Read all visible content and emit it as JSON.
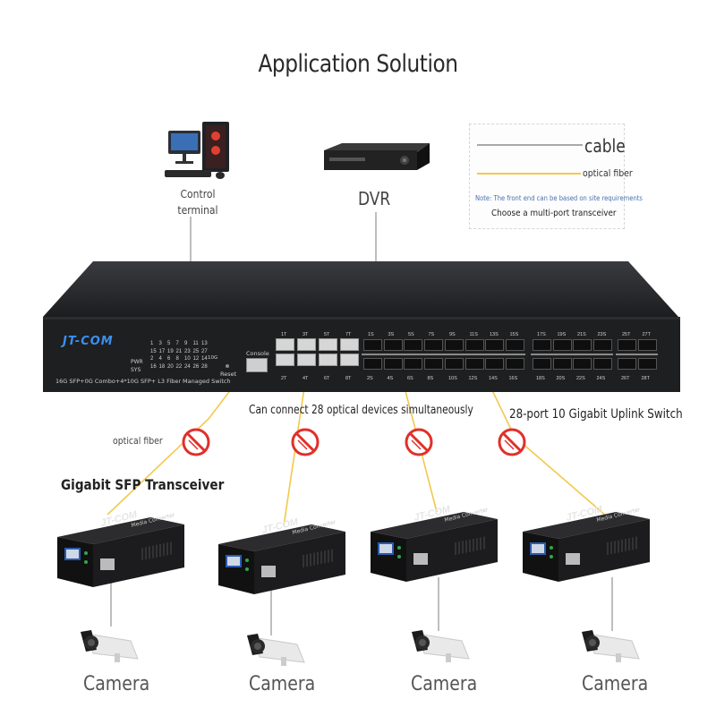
{
  "title": "Application Solution",
  "nodes": {
    "control_terminal": "Control\nterminal",
    "dvr": "DVR"
  },
  "legend": {
    "cable": "cable",
    "optical_fiber": "optical fiber",
    "note": "Note: The front end can be based on site requirements",
    "choose": "Choose a multi-port transceiver"
  },
  "switch": {
    "brand": "JT-COM",
    "model": "16G SFP+0G Combo+4*10G SFP+ L3 Fiber Managed Switch",
    "pwr": "PWR",
    "sys": "SYS",
    "console": "Console",
    "reset": "Reset",
    "led_10g": "10G",
    "led_numbers": [
      "1",
      "3",
      "5",
      "7",
      "9",
      "11",
      "13",
      "15",
      "17",
      "19",
      "21",
      "23",
      "25",
      "27",
      "2",
      "4",
      "6",
      "8",
      "10",
      "12",
      "14",
      "16",
      "18",
      "20",
      "22",
      "24",
      "26",
      "28"
    ],
    "rj45_top": [
      "1T",
      "3T",
      "5T",
      "7T"
    ],
    "rj45_bottom": [
      "2T",
      "4T",
      "6T",
      "8T"
    ],
    "sfp_groups": [
      {
        "top": [
          "1S",
          "3S",
          "5S",
          "7S"
        ],
        "bottom": [
          "2S",
          "4S",
          "6S",
          "8S"
        ]
      },
      {
        "top": [
          "9S",
          "11S",
          "13S",
          "15S"
        ],
        "bottom": [
          "10S",
          "12S",
          "14S",
          "16S"
        ]
      },
      {
        "top": [
          "17S",
          "19S",
          "21S",
          "23S"
        ],
        "bottom": [
          "18S",
          "20S",
          "22S",
          "24S"
        ]
      },
      {
        "top": [
          "25T",
          "27T"
        ],
        "bottom": [
          "26T",
          "28T"
        ]
      }
    ]
  },
  "captions": {
    "connect": "Can connect 28 optical devices simultaneously",
    "uplink": "28-port 10 Gigabit Uplink Switch",
    "optical_fiber": "optical fiber",
    "sfp_transceiver": "Gigabit SFP Transceiver"
  },
  "media_converter": {
    "brand": "JT-COM",
    "subtitle": "Media Converter"
  },
  "cameras": [
    "Camera",
    "Camera",
    "Camera",
    "Camera"
  ],
  "colors": {
    "switch_body": "#1e1f21",
    "fiber": "#f2c94c",
    "cable": "#a9a9a9",
    "brand_blue": "#3c8ff0",
    "no_sign": "#e0302a"
  }
}
